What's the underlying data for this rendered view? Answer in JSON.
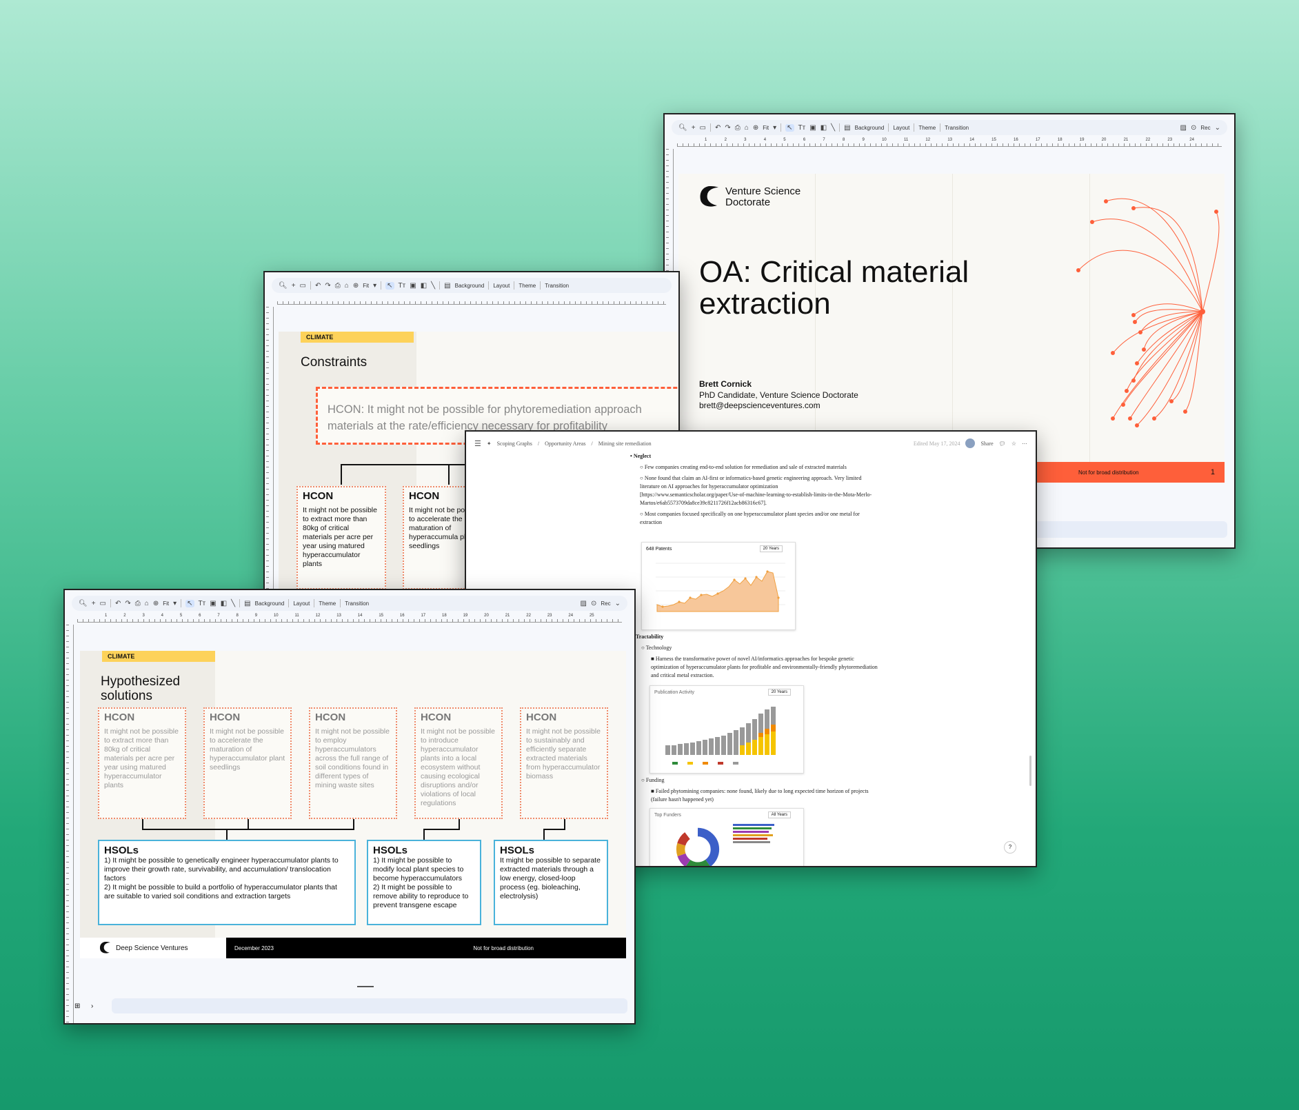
{
  "toolbar": {
    "zoom": "Fit",
    "background": "Background",
    "layout": "Layout",
    "theme": "Theme",
    "transition": "Transition",
    "rec": "Rec"
  },
  "ruler_numbers": [
    "1",
    "2",
    "3",
    "4",
    "5",
    "6",
    "7",
    "8",
    "9",
    "10",
    "11",
    "12",
    "13",
    "14",
    "15",
    "16",
    "17",
    "18",
    "19",
    "20",
    "21",
    "22",
    "23",
    "24",
    "25"
  ],
  "title_slide": {
    "logo_line1": "Venture Science",
    "logo_line2": "Doctorate",
    "title": "OA: Critical material extraction",
    "author": "Brett Cornick",
    "role": "PhD Candidate, Venture Science Doctorate",
    "email": "brett@deepscienceventures.com",
    "footer": "Not for broad distribution",
    "page": "1"
  },
  "constraints_slide": {
    "tag": "CLIMATE",
    "title": "Constraints",
    "hcon_box": "HCON: It might not be possible for phytoremediation approach\nmaterials at the rate/efficiency necessary for profitability",
    "cards": [
      {
        "h": "HCON",
        "b": "It might not be possible to extract more than 80kg of critical materials per acre per year using matured hyperaccumulator plants"
      },
      {
        "h": "HCON",
        "b": "It might not be possible to accelerate the maturation of hyperaccumula plant seedlings"
      }
    ]
  },
  "notion": {
    "breadcrumb": [
      "Scoping Graphs",
      "Opportunity Areas",
      "Mining site remediation"
    ],
    "edited": "Edited May 17, 2024",
    "share": "Share",
    "neglect": "Neglect",
    "neglect_items": [
      "Few companies creating end-to-end solution for remediation and sale of extracted materials",
      "None found that claim an AI-first or informatics-based genetic engineering approach. Very limited literature on AI approaches for hyperaccumulator optimization [https://www.semanticscholar.org/paper/Use-of-machine-learning-to-establish-limits-in-the-Mota-Merlo-Martos/e6ab5573709da8ce39c8211726f12acb86316c67].",
      "Most companies focused specifically on one hyperaccumulator plant species and/or one metal for extraction"
    ],
    "patents_label": "648 Patents",
    "patents_range": "20 Years",
    "tractability": "Tractability",
    "technology": "Technology",
    "tech_item": "Harness the transformative power of novel AI/informatics approaches for bespoke genetic optimization of hyperaccumulator plants for profitable and environmentally-friendly phytoremediation and critical metal extraction.",
    "pub_label": "Publication Activity",
    "pub_range": "20 Years",
    "funding": "Funding",
    "funding_item": "Failed phytomining companies: none found, likely due to long expected time horizon of projects (failure hasn't happened yet)",
    "funders_label": "Top Funders",
    "funders_range": "All Years"
  },
  "solutions_slide": {
    "tag": "CLIMATE",
    "title": "Hypothesized solutions",
    "hcons": [
      {
        "h": "HCON",
        "b": "It might not be possible to extract more than 80kg of critical materials per acre per year using matured hyperaccumulator plants"
      },
      {
        "h": "HCON",
        "b": "It might not be possible to accelerate the maturation of hyperaccumulator plant seedlings"
      },
      {
        "h": "HCON",
        "b": "It might not be possible to employ hyperaccumulators across the full range of soil conditions found in different types of mining waste sites"
      },
      {
        "h": "HCON",
        "b": "It might not be possible to introduce hyperaccumulator plants into a local ecosystem without causing ecological disruptions and/or violations of local regulations"
      },
      {
        "h": "HCON",
        "b": "It might not be possible to sustainably and efficiently separate extracted materials from hyperaccumulator biomass"
      }
    ],
    "hsols": [
      {
        "h": "HSOLs",
        "b": "1) It might be possible to genetically engineer hyperaccumulator plants to improve their growth rate, survivability, and accumulation/ translocation factors\n2) It might be possible to build a portfolio of hyperaccumulator plants that are suitable to varied soil conditions and extraction targets"
      },
      {
        "h": "HSOLs",
        "b": "1) It might be possible to modify local plant species to become hyperaccumulators\n2) It might be possible to remove ability to reproduce to prevent transgene escape"
      },
      {
        "h": "HSOLs",
        "b": "It might be possible to separate extracted materials through a low energy, closed-loop process (eg. bioleaching, electrolysis)"
      }
    ],
    "footer_brand": "Deep Science Ventures",
    "footer_date": "December 2023",
    "footer_note": "Not for broad distribution"
  },
  "colors": {
    "accent": "#fe5f3a",
    "tag": "#fdd25a",
    "hsol_border": "#49b2da",
    "hcon_border": "#f08a6a"
  }
}
